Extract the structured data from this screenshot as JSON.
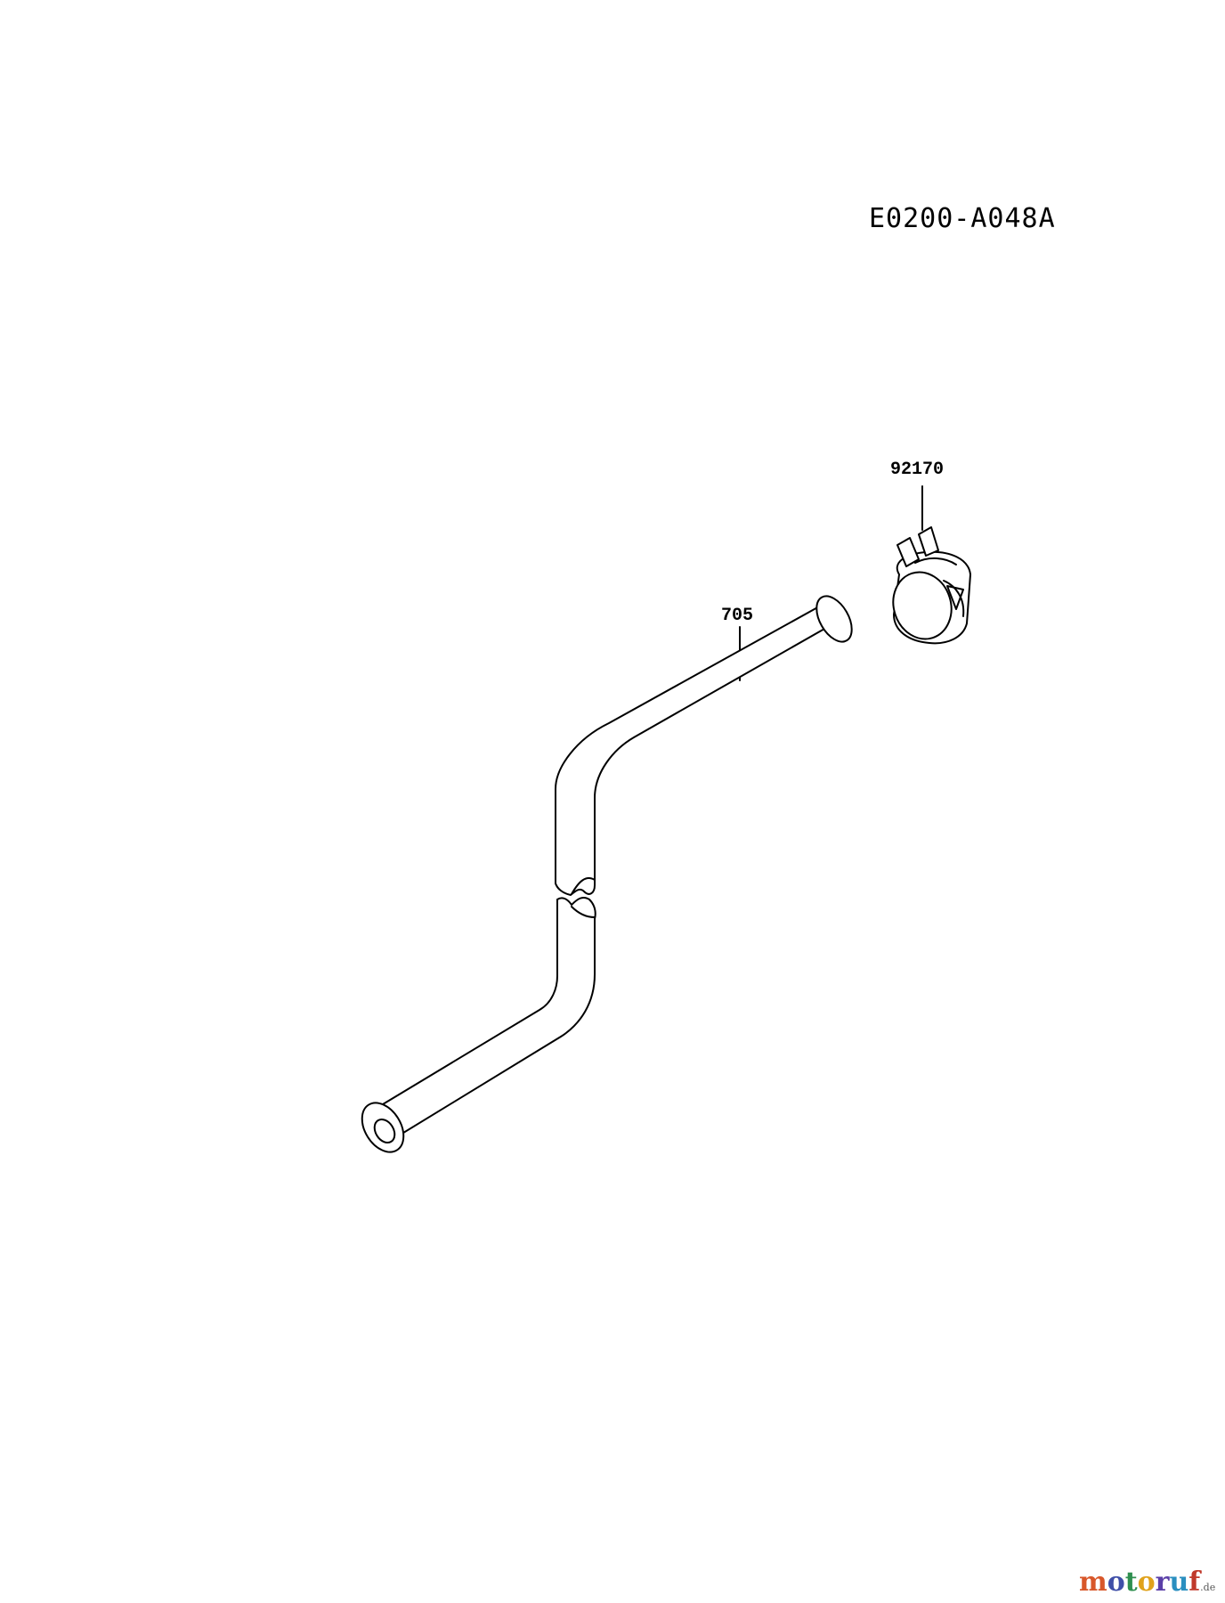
{
  "diagram_code": "E0200-A048A",
  "parts": [
    {
      "id": "92170",
      "label": "92170",
      "description_icon": "hose-clamp-icon"
    },
    {
      "id": "705",
      "label": "705",
      "description_icon": "hose-tube-icon"
    }
  ],
  "watermark": {
    "letters": [
      "m",
      "o",
      "t",
      "o",
      "r",
      "u",
      "f"
    ],
    "letter_colors": [
      "#d8572a",
      "#3f4fa8",
      "#2f8f4f",
      "#e0a21b",
      "#5b3fa8",
      "#2a8fc0",
      "#c0392b"
    ],
    "suffix": ".de"
  }
}
